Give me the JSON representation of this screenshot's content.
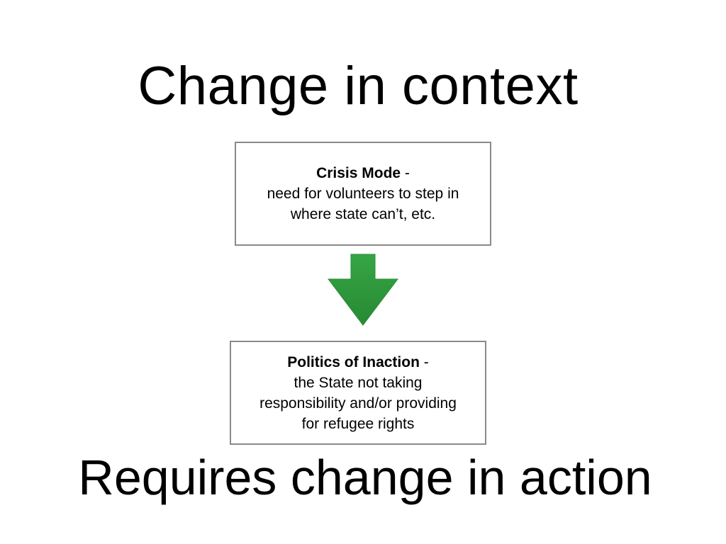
{
  "title": "Change in context",
  "top_box": {
    "heading": "Crisis Mode",
    "separator": " -",
    "lines": [
      "need for volunteers to step in",
      "where state can’t, etc."
    ]
  },
  "bottom_box": {
    "heading": "Politics of Inaction",
    "separator": " -",
    "lines": [
      "the State not taking",
      "responsibility and/or providing",
      "for refugee rights"
    ]
  },
  "arrow": {
    "icon": "down-arrow-icon",
    "color": "#2e9a3c"
  },
  "conclusion": "Requires change in action"
}
